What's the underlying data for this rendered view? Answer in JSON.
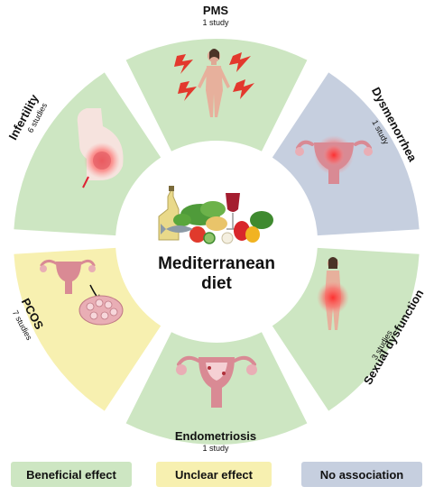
{
  "center": {
    "line1": "Mediterranean",
    "line2": "diet"
  },
  "segments": [
    {
      "id": "pms",
      "title": "PMS",
      "subtitle": "1 study",
      "effect": "beneficial"
    },
    {
      "id": "dysmenorrhea",
      "title": "Dysmenorrhea",
      "subtitle": "1 study",
      "effect": "none"
    },
    {
      "id": "sexual",
      "title": "Sexual dysfunction",
      "subtitle": "3 studies",
      "effect": "beneficial"
    },
    {
      "id": "endometriosis",
      "title": "Endometriosis",
      "subtitle": "1 study",
      "effect": "beneficial"
    },
    {
      "id": "pcos",
      "title": "PCOS",
      "subtitle": "7 studies",
      "effect": "unclear"
    },
    {
      "id": "infertility",
      "title": "Infertility",
      "subtitle": "6 studies",
      "effect": "beneficial"
    }
  ],
  "legend": [
    {
      "label": "Beneficial effect",
      "color": "#cde6c2"
    },
    {
      "label": "Unclear effect",
      "color": "#f7f0b0"
    },
    {
      "label": "No association",
      "color": "#c6cfdf"
    }
  ],
  "colors": {
    "beneficial": "#cde6c2",
    "unclear": "#f7f0b0",
    "none": "#c6cfdf",
    "uterus": "#d98a94",
    "highlight": "#ff3b3b"
  }
}
